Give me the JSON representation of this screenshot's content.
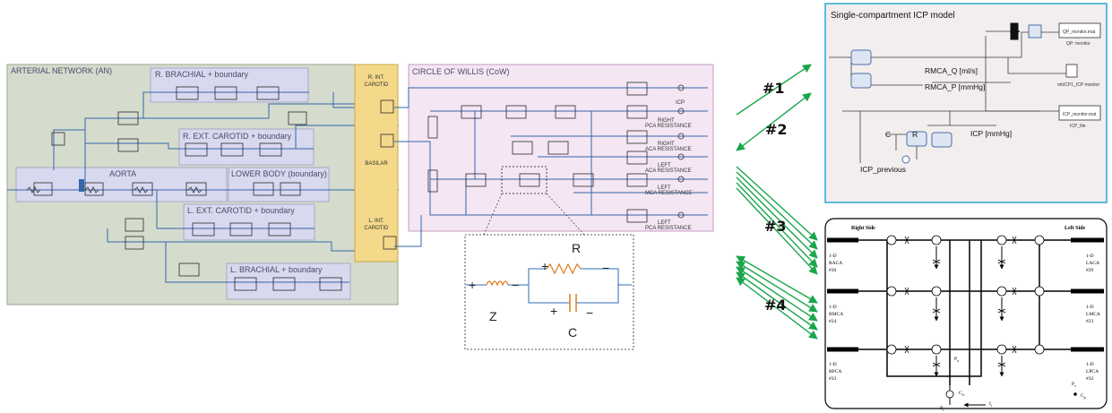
{
  "arterial_network": {
    "title": "ARTERIAL NETWORK (AN)",
    "r_brachial": "R. BRACHIAL + boundary",
    "r_ext_carotid": "R. EXT. CAROTID + boundary",
    "aorta": "AORTA",
    "lower_body": "LOWER BODY (boundary)",
    "l_ext_carotid": "L. EXT. CAROTID + boundary",
    "l_brachial": "L. BRACHIAL + boundary"
  },
  "carotids": {
    "r_int_carotid_l1": "R. INT.",
    "r_int_carotid_l2": "CAROTID",
    "basilar": "BASILAR",
    "l_int_carotid_l1": "L. INT.",
    "l_int_carotid_l2": "CAROTID"
  },
  "cow": {
    "title": "CIRCLE OF WILLIS (CoW)",
    "icp": "ICP",
    "right_pca_1": "RIGHT",
    "right_pca_2": "PCA RESISTANCE",
    "right_aca_1": "RIGHT",
    "right_aca_2": "ACA RESISTANCE",
    "left_aca_1": "LEFT",
    "left_aca_2": "ACA RESISTANCE",
    "left_mca_1": "LEFT",
    "left_mca_2": "MCA RESISTANCE",
    "left_pca_1": "LEFT",
    "left_pca_2": "PCA RESISTANCE"
  },
  "rc_element": {
    "r": "R",
    "z": "Z",
    "c": "C",
    "plus": "+",
    "minus": "−"
  },
  "arrows": {
    "a1": "#1",
    "a2": "#2",
    "a3": "#3",
    "a4": "#4"
  },
  "icp_model": {
    "title": "Single-compartment ICP model",
    "qp_monitor": "QP_monitor.mat",
    "qp_sub": "QP: monitor",
    "rmca_q": "RMCA_Q [ml/s]",
    "rmca_p": "RMCA_P [mmHg]",
    "scope_sub": "mhICP1_ICP monitor",
    "c": "C",
    "r": "R",
    "icp_monitor": "ICP_monitor.mat",
    "icp_file": "ICP_file",
    "icp_mmhg": "ICP [mmHg]",
    "icp_previous": "ICP_previous"
  },
  "network_1d": {
    "right_side": "Right Side",
    "left_side": "Left Side",
    "l1": "1-D",
    "raca": "RACA",
    "raca_n": "#30",
    "rmca": "RMCA",
    "rmca_n": "#24",
    "rpca": "RPCA",
    "rpca_n": "#33",
    "laca": "LACA",
    "laca_n": "#29",
    "lmca": "LMCA",
    "lmca_n": "#23",
    "lpca": "LPCA",
    "lpca_n": "#32",
    "pc": "P",
    "pc_sub": "c",
    "cc": "C",
    "cc_sub": "ic",
    "pa": "P",
    "pa_sub": "a",
    "ii": "I",
    "ii_sub": "i",
    "pv": "P",
    "pv_sub": "v",
    "cp": "C",
    "cp_sub": "p"
  }
}
